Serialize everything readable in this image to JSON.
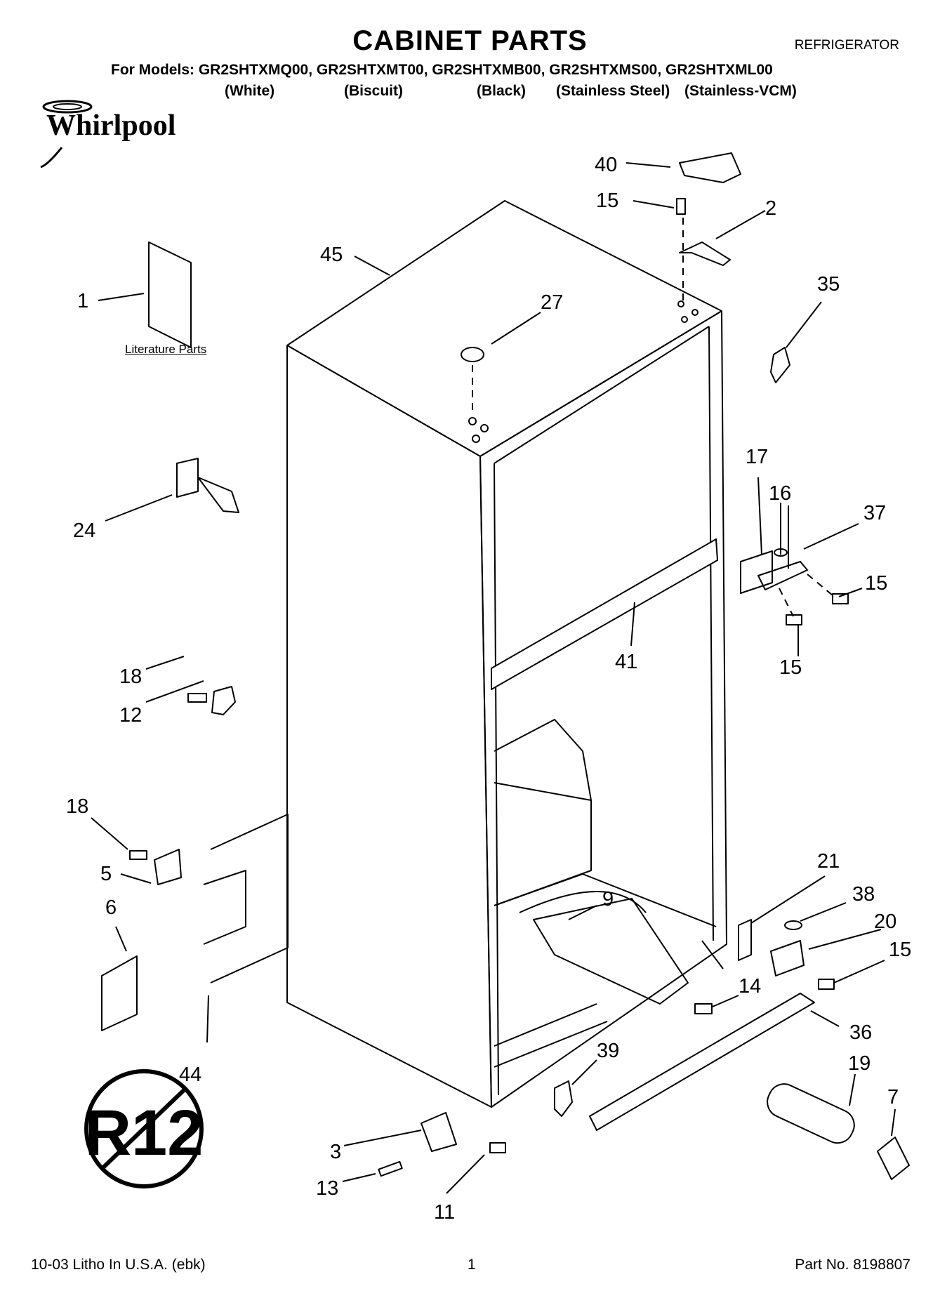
{
  "header": {
    "title": "CABINET PARTS",
    "category": "REFRIGERATOR",
    "models_line": "For Models: GR2SHTXMQ00, GR2SHTXMT00, GR2SHTXMB00, GR2SHTXMS00, GR2SHTXML00",
    "variants": [
      "(White)",
      "(Biscuit)",
      "(Black)",
      "(Stainless Steel)",
      "(Stainless-VCM)"
    ]
  },
  "brand": {
    "logo_text": "Whirlpool"
  },
  "literature_label": "Literature Parts",
  "callouts": [
    "40",
    "15",
    "2",
    "45",
    "1",
    "35",
    "27",
    "24",
    "17",
    "16",
    "37",
    "15",
    "15",
    "41",
    "18",
    "12",
    "18",
    "5",
    "6",
    "21",
    "38",
    "20",
    "9",
    "15",
    "14",
    "36",
    "44",
    "39",
    "19",
    "7",
    "3",
    "13",
    "11"
  ],
  "badge": {
    "label": "R12"
  },
  "footer": {
    "left": "10-03 Litho In U.S.A. (ebk)",
    "page": "1",
    "part_no": "Part No. 8198807"
  }
}
